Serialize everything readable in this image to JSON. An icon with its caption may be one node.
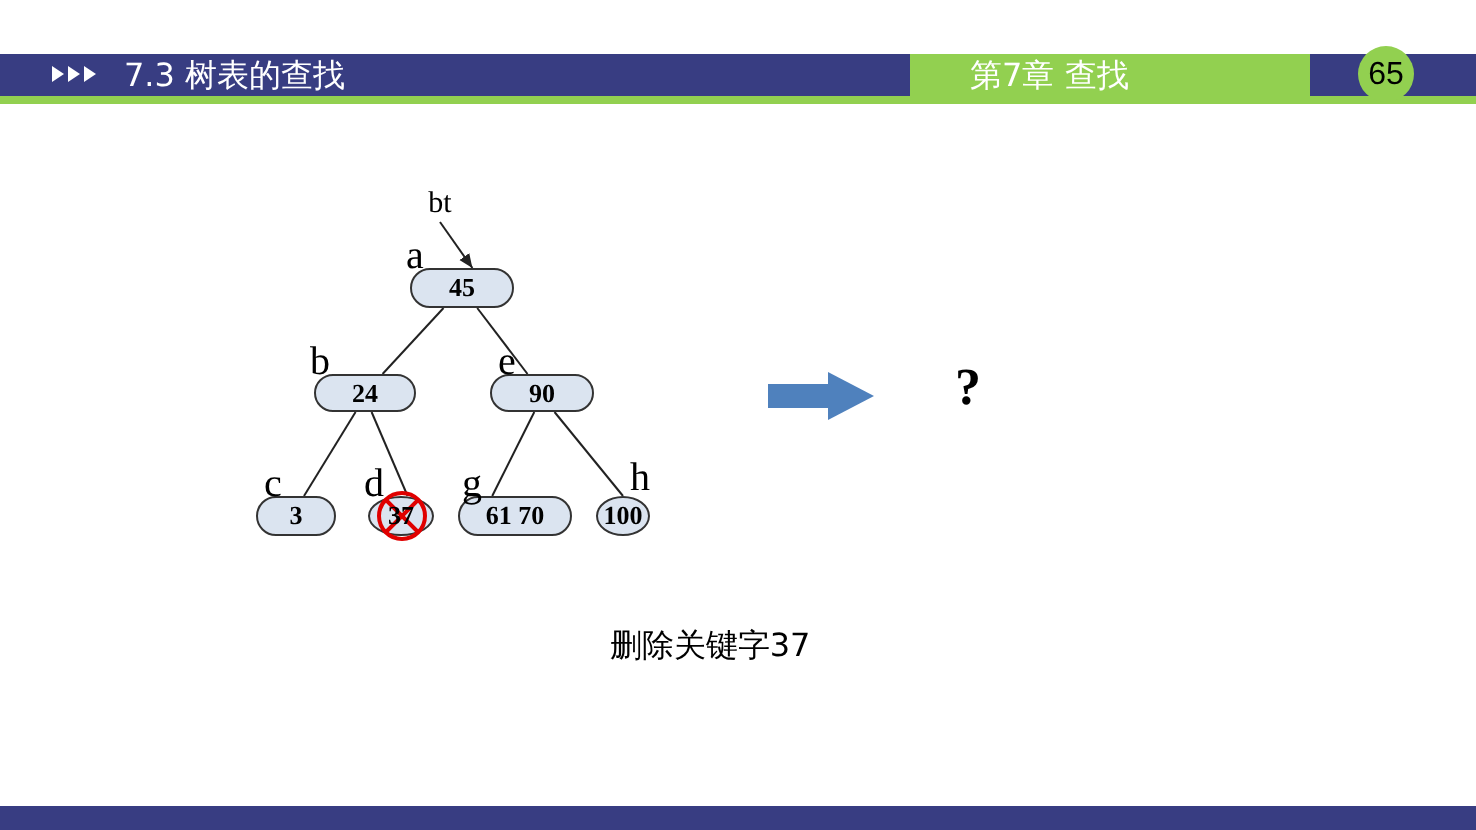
{
  "diagram": {
    "title": "7.3 树表的查找",
    "caption": "删除关键字37",
    "nodes": [
      {
        "text": [
          "bt"
        ]
      },
      {
        "text": [
          "45"
        ],
        "beside": [
          "a"
        ]
      },
      {
        "text": [
          "24"
        ],
        "beside": [
          "b"
        ]
      },
      {
        "text": [
          "90"
        ],
        "beside": [
          "e"
        ]
      },
      {
        "text": [
          "3"
        ],
        "beside": [
          "c"
        ]
      },
      {
        "text": [
          "37"
        ],
        "beside": [
          "d"
        ]
      },
      {
        "text": [
          "61 70"
        ],
        "beside": [
          "g"
        ]
      },
      {
        "text": [
          "100"
        ],
        "beside": [
          "h"
        ]
      },
      {
        "text": [
          "?"
        ]
      }
    ],
    "edges": [
      {
        "from": 0,
        "to": 1,
        "arrow": "to"
      },
      {
        "from": 1,
        "to": 2,
        "arrow": "none"
      },
      {
        "from": 1,
        "to": 3,
        "arrow": "none"
      },
      {
        "from": 2,
        "to": 4,
        "arrow": "none"
      },
      {
        "from": 2,
        "to": 5,
        "arrow": "none"
      },
      {
        "from": 3,
        "to": 6,
        "arrow": "none"
      },
      {
        "from": 3,
        "to": 7,
        "arrow": "none"
      }
    ],
    "labels": [
      "第7章 查找",
      "65"
    ]
  }
}
